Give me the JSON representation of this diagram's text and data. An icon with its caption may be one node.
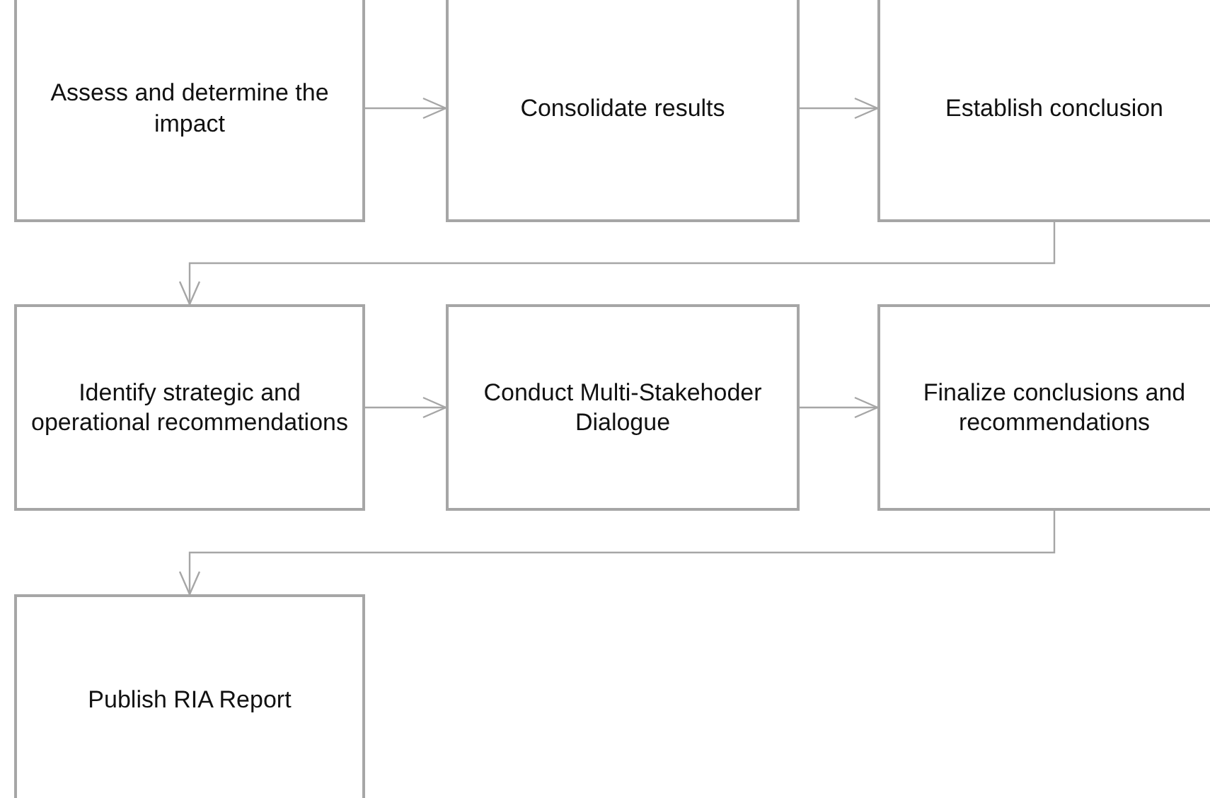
{
  "diagram": {
    "nodes": [
      {
        "text": [
          "Assess and determine the impact"
        ]
      },
      {
        "text": [
          "Consolidate results"
        ]
      },
      {
        "text": [
          "Establish conclusion"
        ]
      },
      {
        "text": [
          "Identify strategic and operational recommendations"
        ]
      },
      {
        "text": [
          "Conduct Multi-Stakehoder Dialogue"
        ]
      },
      {
        "text": [
          "Finalize conclusions and recommendations"
        ]
      },
      {
        "text": [
          "Publish RIA Report"
        ]
      }
    ],
    "edges": [
      {
        "from": 0,
        "to": 1,
        "arrow": "to"
      },
      {
        "from": 1,
        "to": 2,
        "arrow": "to"
      },
      {
        "from": 2,
        "to": 3,
        "arrow": "to"
      },
      {
        "from": 3,
        "to": 4,
        "arrow": "to"
      },
      {
        "from": 4,
        "to": 5,
        "arrow": "to"
      },
      {
        "from": 5,
        "to": 6,
        "arrow": "to"
      }
    ]
  }
}
